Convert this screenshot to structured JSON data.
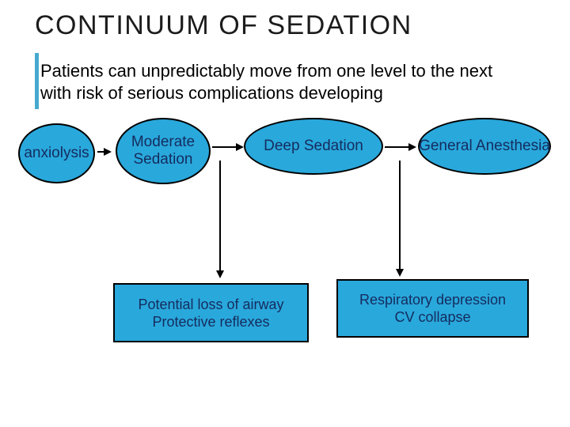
{
  "slide": {
    "title": "CONTINUUM OF SEDATION",
    "subtitle": {
      "line1": "Patients can unpredictably move from one level to the next",
      "line2": "with risk of serious complications developing"
    }
  },
  "diagram": {
    "stages": [
      {
        "label": "anxiolysis"
      },
      {
        "label": "Moderate Sedation"
      },
      {
        "label": "Deep Sedation"
      },
      {
        "label": "General Anesthesia"
      }
    ],
    "warnings": [
      {
        "line1": "Potential loss of airway",
        "line2": "Protective reflexes"
      },
      {
        "line1": "Respiratory depression",
        "line2": "CV collapse"
      }
    ]
  },
  "colors": {
    "shape_fill": "#29A8DC",
    "shape_border": "#000000",
    "shape_text": "#152C5E",
    "accent_bar": "#47A9CF",
    "title_text": "#1C1C1C",
    "body_text": "#000000",
    "background": "#FFFFFF"
  }
}
